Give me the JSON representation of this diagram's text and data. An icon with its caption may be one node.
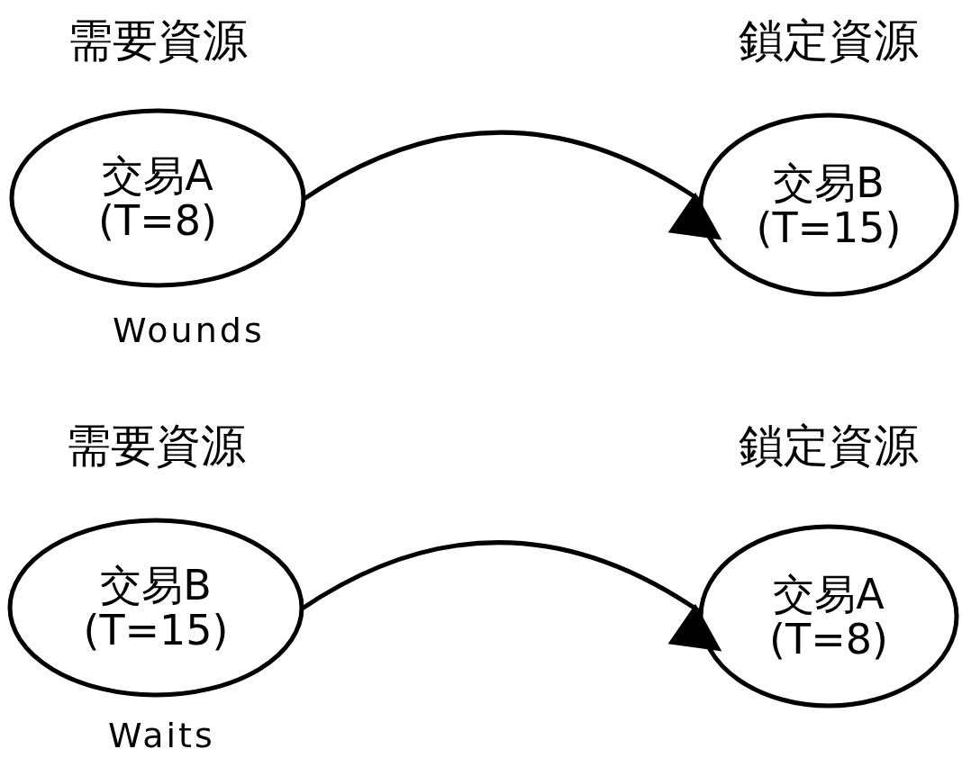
{
  "diagram": {
    "nodes": [
      {
        "text": [
          "需要資源",
          "交易A (T=8)"
        ]
      },
      {
        "text": [
          "鎖定資源",
          "交易B (T=15)"
        ]
      },
      {
        "text": [
          "需要資源",
          "交易B (T=15)"
        ]
      },
      {
        "text": [
          "鎖定資源",
          "交易A (T=8)"
        ]
      }
    ],
    "edges": [
      {
        "from": 0,
        "to": 1,
        "arrow": "to"
      },
      {
        "from": 2,
        "to": 3,
        "arrow": "to"
      }
    ],
    "labels": [
      "Wounds",
      "Waits"
    ]
  }
}
